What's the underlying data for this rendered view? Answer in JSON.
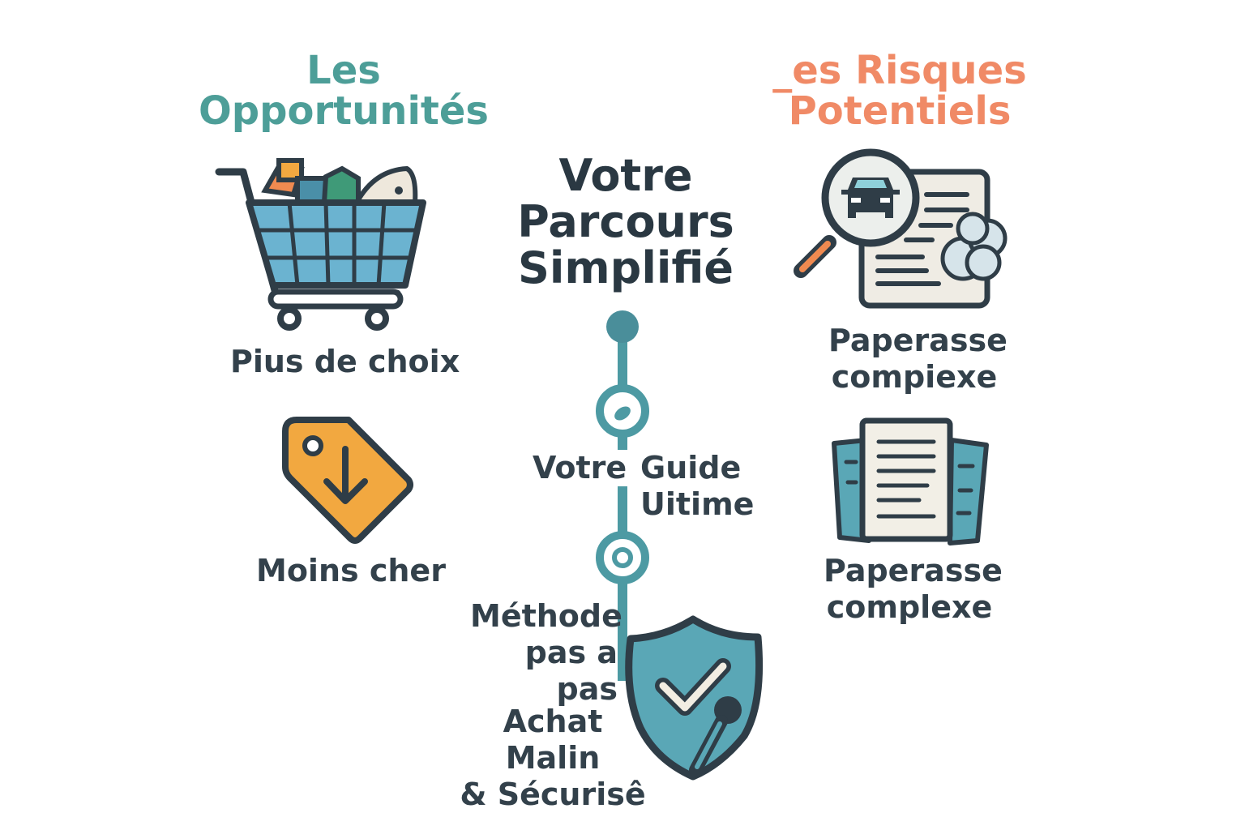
{
  "left_column": {
    "title_line1": "Les",
    "title_line2": "Opportunités",
    "items": [
      {
        "label": "Pius de choix",
        "icon": "shopping-cart-icon"
      },
      {
        "label": "Moins cher",
        "icon": "price-tag-down-icon"
      }
    ]
  },
  "center_column": {
    "title_line1": "Votre",
    "title_line2": "Parcours",
    "title_line3": "Simplifié",
    "steps": [
      {
        "left": "Votre",
        "right_line1": "Guide",
        "right_line2": "Uitime"
      },
      {
        "line1": "Méthode",
        "line2": "pas a pas"
      },
      {
        "line1": "Achat Malin",
        "line2": "& Sécurisê",
        "icon": "shield-check-key-icon"
      }
    ]
  },
  "right_column": {
    "title_line1": "_es Risques",
    "title_line2": "Potentiels",
    "items": [
      {
        "line1": "Paperasse",
        "line2": "compiexe",
        "icon": "magnifier-car-document-icon"
      },
      {
        "line1": "Paperasse",
        "line2": "complexe",
        "icon": "documents-stack-icon"
      }
    ]
  },
  "colors": {
    "teal": "#4d9e98",
    "orange": "#f08a66",
    "text": "#2f3d47",
    "icon_teal": "#5aa7b6",
    "tag_orange": "#f2a840"
  }
}
